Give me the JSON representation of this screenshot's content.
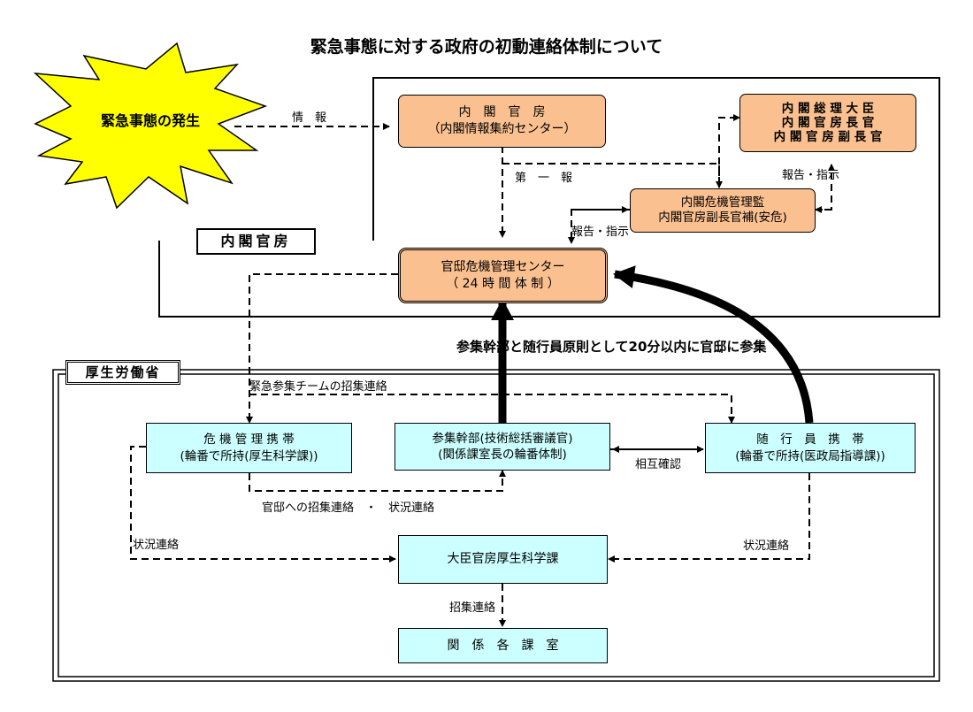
{
  "title": "緊急事態に対する政府の初動連絡体制について",
  "emergency": "緊急事態の発生",
  "cabinet_label": "内閣官房",
  "mhlw_label": "厚生労働省",
  "boxes": {
    "naikaku_kanbo": [
      "内　閣　官　房",
      "（内閣情報集約センター）"
    ],
    "pm": [
      "内 閣 総 理 大 臣",
      "内 閣 官 房 長 官",
      "内 閣 官 房 副 長 官"
    ],
    "crisis_mgr": [
      "内閣危機管理監",
      "内閣官房副長官補(安危)"
    ],
    "center": [
      "官邸危機管理センター",
      "（ 24 時 間 体 制 ）"
    ],
    "crisis_phone": [
      "危 機 管 理 携 帯",
      "(輪番で所持(厚生科学課))"
    ],
    "senior": [
      "参集幹部(技術総括審議官)",
      "(関係課室長の輪番体制)"
    ],
    "escort": [
      "随　行　員　携　帯",
      "(輪番で所持(医政局指導課))"
    ],
    "kosei": "大臣官房厚生科学課",
    "sections": "関　係　各　課　室"
  },
  "labels": {
    "info": "情　報",
    "first_report": "第　一　報",
    "report_instr_1": "報告・指示",
    "report_instr_2": "報告・指示",
    "summon_main": "参集幹部と随行員原則として20分以内に官邸に参集",
    "emergency_team": "緊急参集チームの招集連絡",
    "mutual": "相互確認",
    "kantei_summon": "官邸への招集連絡　・　状況連絡",
    "status_left": "状況連絡",
    "status_right": "状況連絡",
    "summon_contact": "招集連絡"
  }
}
